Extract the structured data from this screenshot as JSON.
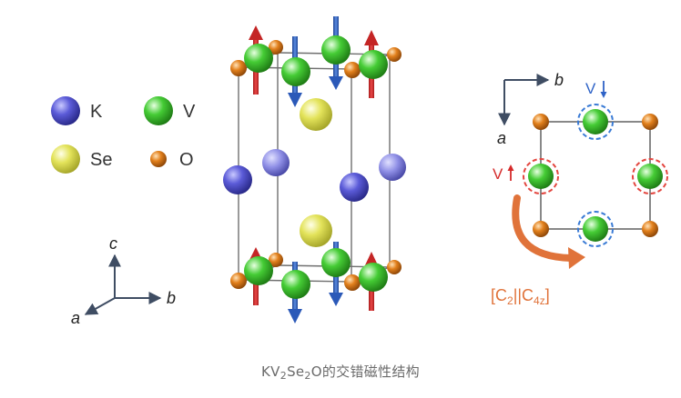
{
  "legend": {
    "items": [
      {
        "label": "K",
        "color": "#5a5ad6"
      },
      {
        "label": "V",
        "color": "#44c83a"
      },
      {
        "label": "Se",
        "color": "#dede55"
      },
      {
        "label": "O",
        "color": "#e07e1a"
      }
    ]
  },
  "axes_left": {
    "c": "c",
    "a": "a",
    "b": "b"
  },
  "axes_right": {
    "b": "b",
    "a": "a"
  },
  "right_panel": {
    "v_down_label": "V",
    "v_up_label": "V",
    "symmetry_op": {
      "open": "[C",
      "sub1": "2",
      "mid": "||C",
      "sub2": "4z",
      "close": "]"
    }
  },
  "colors": {
    "spin_up": "#d52a2a",
    "spin_down": "#2f63c7",
    "dashed_red": "#e3463f",
    "dashed_blue": "#3a7bd5",
    "curved_arrow": "#e0733a",
    "caption": "#6b6b6b"
  },
  "caption": {
    "p1": "KV",
    "s1": "2",
    "p2": "Se",
    "s2": "2",
    "p3": "O的交错磁性结构"
  }
}
